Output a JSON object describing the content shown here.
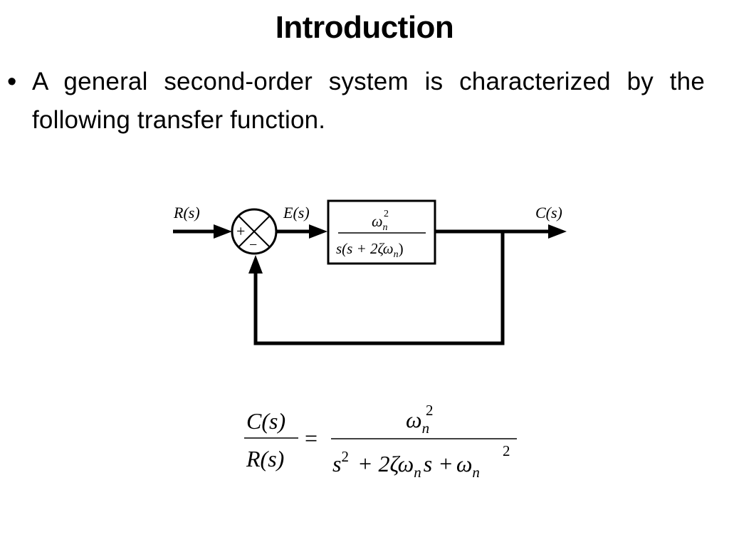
{
  "slide": {
    "title": "Introduction",
    "bullet": "A general second-order system is characterized by the following transfer function."
  },
  "diagram": {
    "input_label": "R(s)",
    "error_label": "E(s)",
    "output_label": "C(s)",
    "plus_sign": "+",
    "minus_sign": "−",
    "block_numerator": "ω",
    "block_numerator_sub": "n",
    "block_numerator_sup": "2",
    "block_denominator": "s(s + 2ζω",
    "block_denominator_sub": "n",
    "block_denominator_close": ")"
  },
  "equation": {
    "lhs_numerator": "C(s)",
    "lhs_denominator": "R(s)",
    "equals": "=",
    "rhs_numerator": "ω",
    "rhs_numerator_sub": "n",
    "rhs_numerator_sup": "2",
    "rhs_den_s": "s",
    "rhs_den_s_sup": "2",
    "rhs_den_mid": "+ 2ζω",
    "rhs_den_mid_sub": "n",
    "rhs_den_s2": "s +",
    "rhs_den_omega": "ω",
    "rhs_den_omega_sub": "n",
    "rhs_den_omega_sup": "2"
  }
}
